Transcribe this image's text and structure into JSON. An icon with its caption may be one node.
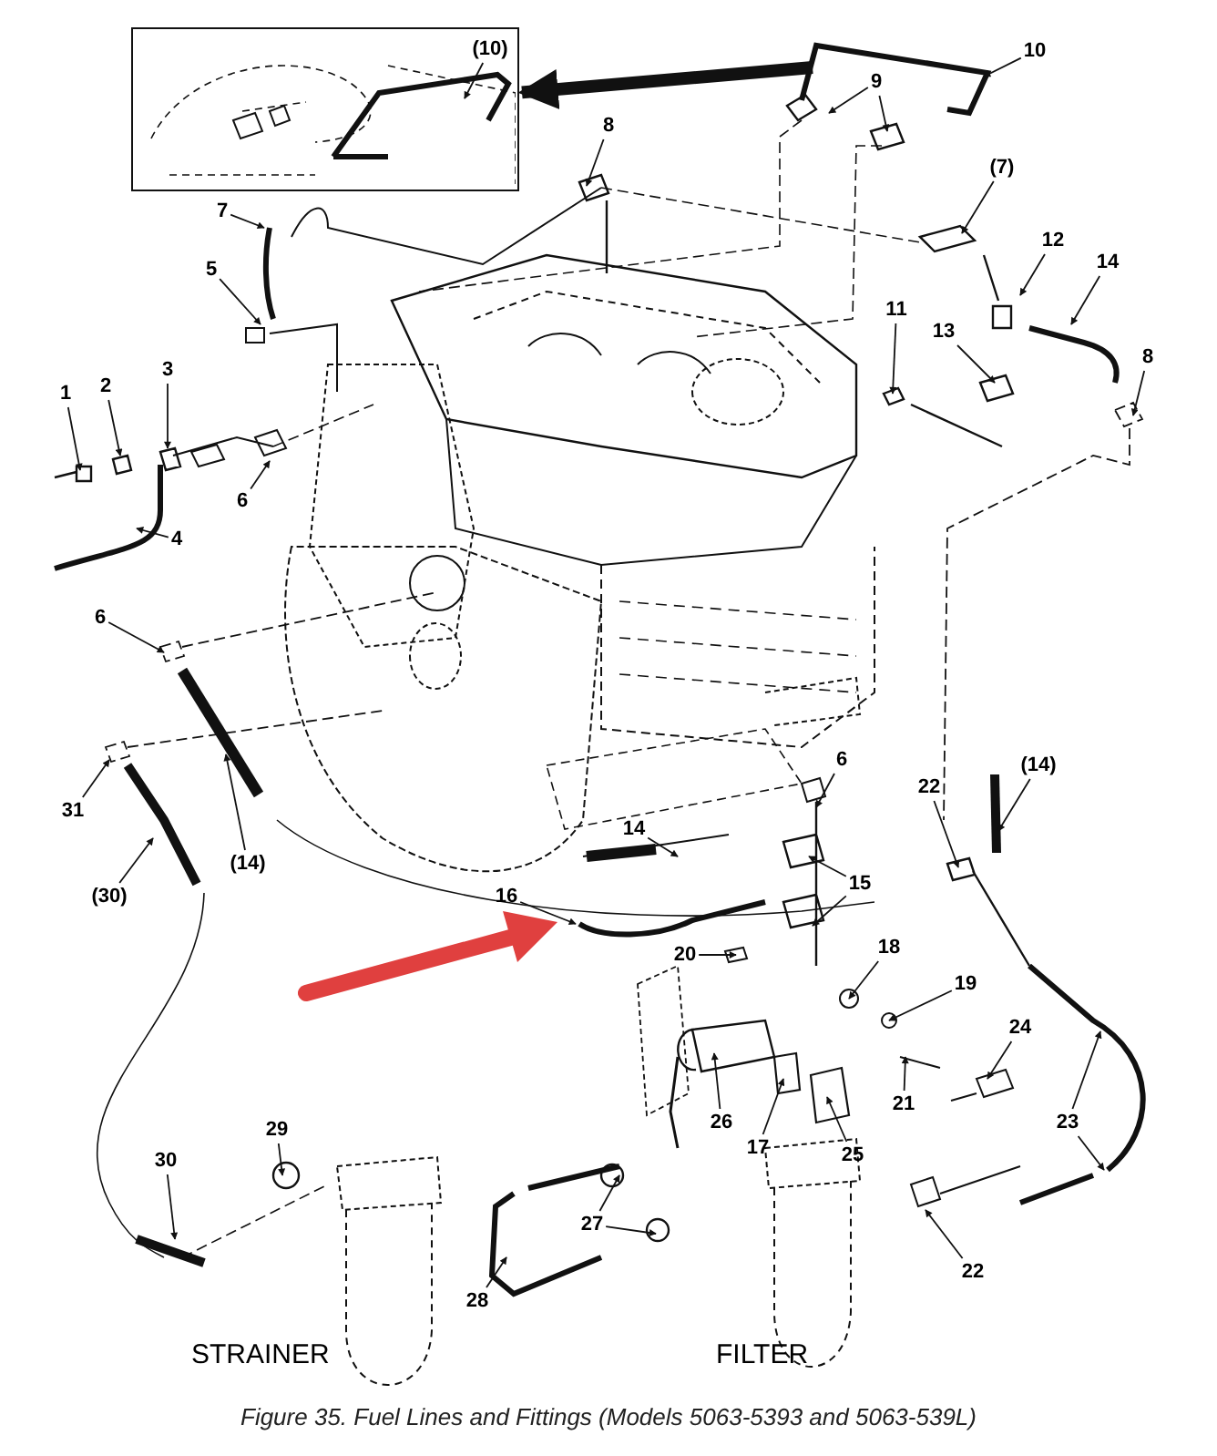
{
  "diagram": {
    "caption": "Figure 35.  Fuel Lines and Fittings (Models 5063-5393 and 5063-539L)",
    "nodes": [
      {
        "text": [],
        "shape": "picture"
      },
      {
        "text": [
          "(10)"
        ],
        "in": 0
      },
      {
        "text": [
          "10"
        ]
      },
      {
        "text": [
          "9"
        ]
      },
      {
        "text": [
          "8"
        ]
      },
      {
        "text": [
          "(7)"
        ]
      },
      {
        "text": [
          "7"
        ]
      },
      {
        "text": [
          "5"
        ]
      },
      {
        "text": [
          "12"
        ]
      },
      {
        "text": [
          "14"
        ]
      },
      {
        "text": [
          "8"
        ]
      },
      {
        "text": [
          "11"
        ]
      },
      {
        "text": [
          "13"
        ]
      },
      {
        "text": [
          "1"
        ]
      },
      {
        "text": [
          "2"
        ]
      },
      {
        "text": [
          "3"
        ]
      },
      {
        "text": [
          "6"
        ]
      },
      {
        "text": [
          "4"
        ]
      },
      {
        "text": [
          "6"
        ]
      },
      {
        "text": [
          "31"
        ]
      },
      {
        "text": [
          "(14)"
        ]
      },
      {
        "text": [
          "(30)"
        ]
      },
      {
        "text": [
          "6"
        ]
      },
      {
        "text": [
          "14"
        ]
      },
      {
        "text": [
          "(14)"
        ]
      },
      {
        "text": [
          "15"
        ]
      },
      {
        "text": [
          "16"
        ]
      },
      {
        "text": [
          "20"
        ]
      },
      {
        "text": [
          "22"
        ]
      },
      {
        "text": [
          "18"
        ]
      },
      {
        "text": [
          "19"
        ]
      },
      {
        "text": [
          "21"
        ]
      },
      {
        "text": [
          "26"
        ]
      },
      {
        "text": [
          "17"
        ]
      },
      {
        "text": [
          "25"
        ]
      },
      {
        "text": [
          "24"
        ]
      },
      {
        "text": [
          "23"
        ]
      },
      {
        "text": [
          "29"
        ]
      },
      {
        "text": [
          "30"
        ]
      },
      {
        "text": [
          "27"
        ]
      },
      {
        "text": [
          "22"
        ]
      },
      {
        "text": [
          "28"
        ]
      }
    ],
    "edges": [
      {
        "from": null,
        "to": 0,
        "arrow": "to",
        "style": "thick"
      },
      {
        "from": 1,
        "to": null,
        "arrow": "to"
      },
      {
        "from": 2,
        "to": null,
        "arrow": "to"
      },
      {
        "from": 3,
        "to": null,
        "arrow": "to"
      },
      {
        "from": 3,
        "to": null,
        "arrow": "to"
      },
      {
        "from": 4,
        "to": null,
        "arrow": "to"
      },
      {
        "from": 5,
        "to": null,
        "arrow": "to"
      },
      {
        "from": 6,
        "to": null,
        "arrow": "to"
      },
      {
        "from": 7,
        "to": null,
        "arrow": "to"
      },
      {
        "from": 8,
        "to": null,
        "arrow": "to"
      },
      {
        "from": 9,
        "to": null,
        "arrow": "to"
      },
      {
        "from": 10,
        "to": null,
        "arrow": "to"
      },
      {
        "from": 11,
        "to": null,
        "arrow": "to"
      },
      {
        "from": 12,
        "to": null,
        "arrow": "to"
      },
      {
        "from": 13,
        "to": null,
        "arrow": "to"
      },
      {
        "from": 14,
        "to": null,
        "arrow": "to"
      },
      {
        "from": 15,
        "to": null,
        "arrow": "to"
      },
      {
        "from": 16,
        "to": null,
        "arrow": "to"
      },
      {
        "from": 17,
        "to": null,
        "arrow": "to"
      },
      {
        "from": 18,
        "to": null,
        "arrow": "to"
      },
      {
        "from": 19,
        "to": null,
        "arrow": "to"
      },
      {
        "from": 20,
        "to": null,
        "arrow": "to"
      },
      {
        "from": 21,
        "to": null,
        "arrow": "to"
      },
      {
        "from": 22,
        "to": null,
        "arrow": "to"
      },
      {
        "from": 23,
        "to": null,
        "arrow": "to"
      },
      {
        "from": 24,
        "to": null,
        "arrow": "to"
      },
      {
        "from": 25,
        "to": null,
        "arrow": "to"
      },
      {
        "from": 25,
        "to": null,
        "arrow": "to"
      },
      {
        "from": 26,
        "to": null,
        "arrow": "to"
      },
      {
        "from": 27,
        "to": null,
        "arrow": "to"
      },
      {
        "from": 28,
        "to": null,
        "arrow": "to"
      },
      {
        "from": 29,
        "to": null,
        "arrow": "to"
      },
      {
        "from": 30,
        "to": null,
        "arrow": "to"
      },
      {
        "from": 31,
        "to": null,
        "arrow": "to"
      },
      {
        "from": 32,
        "to": null,
        "arrow": "to"
      },
      {
        "from": 33,
        "to": null,
        "arrow": "to"
      },
      {
        "from": 34,
        "to": null,
        "arrow": "to"
      },
      {
        "from": 35,
        "to": null,
        "arrow": "to"
      },
      {
        "from": 36,
        "to": null,
        "arrow": "to"
      },
      {
        "from": 36,
        "to": null,
        "arrow": "to"
      },
      {
        "from": 37,
        "to": null,
        "arrow": "to"
      },
      {
        "from": 38,
        "to": null,
        "arrow": "to"
      },
      {
        "from": 39,
        "to": null,
        "arrow": "to"
      },
      {
        "from": 39,
        "to": null,
        "arrow": "to"
      },
      {
        "from": 40,
        "to": null,
        "arrow": "to"
      },
      {
        "from": 41,
        "to": null,
        "arrow": "to"
      }
    ],
    "labels": [
      "STRAINER",
      "FILTER"
    ]
  }
}
